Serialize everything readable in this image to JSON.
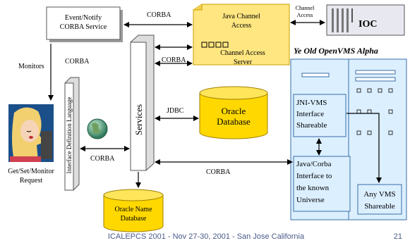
{
  "colors": {
    "box_border": "#555555",
    "yellow_fill": "#ffe680",
    "yellow_dark": "#e8b800",
    "blue_panel": "#dbefff",
    "blue_border": "#3a6ea5",
    "footer_text": "#4a5a8a"
  },
  "nodes": {
    "event_notify": "Event/Notify\nCORBA Service",
    "java_channel_access": "Java Channel\nAccess",
    "channel_access_server": "Channel Access\nServer",
    "ioc": "IOC",
    "vms_title": "Ye Old OpenVMS Alpha",
    "jni_vms": "JNI-VMS\nInterface\nShareable",
    "java_corba": "Java/Corba\nInterface to\nthe known\nUniverse",
    "any_vms": "Any VMS\nShareable",
    "services": "Services",
    "idl": "Interface Definition Language",
    "oracle_db": "Oracle\nDatabase",
    "oracle_name_db": "Oracle Name\nDatabase",
    "user_label": "Get/Set/Monitor\nRequest",
    "globe": "globe-icon",
    "user": "user-at-computer-icon"
  },
  "edges": {
    "corba_top": "CORBA",
    "channel_access": "Channel\nAccess",
    "corba_cas": "CORBA",
    "monitors": "Monitors",
    "corba_monitors": "CORBA",
    "jdbc": "JDBC",
    "corba_user": "CORBA",
    "corba_bottom": "CORBA"
  },
  "footer": {
    "text": "ICALEPCS 2001 - Nov 27-30, 2001 - San Jose California",
    "page": "21"
  }
}
